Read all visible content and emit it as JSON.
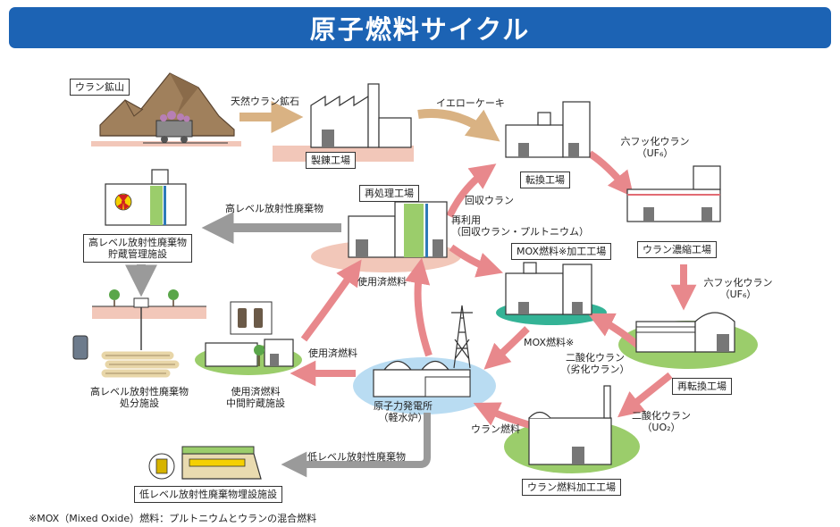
{
  "title": "原子燃料サイクル",
  "facilities": {
    "mine": "ウラン鉱山",
    "refinery": "製錬工場",
    "conversion": "転換工場",
    "enrichment": "ウラン濃縮工場",
    "reconversion": "再転換工場",
    "fuel_fabrication": "ウラン燃料加工工場",
    "reactor": [
      "原子力発電所",
      "（軽水炉）"
    ],
    "reprocessing": "再処理工場",
    "mox_fabrication": "MOX燃料※加工工場",
    "hlw_storage": [
      "高レベル放射性廃棄物",
      "貯蔵管理施設"
    ],
    "hlw_disposal": [
      "高レベル放射性廃棄物",
      "処分施設"
    ],
    "spent_fuel_storage": [
      "使用済燃料",
      "中間貯蔵施設"
    ],
    "llw_disposal": "低レベル放射性廃棄物埋設施設"
  },
  "flows": {
    "natural_ore": "天然ウラン鉱石",
    "yellowcake": "イエローケーキ",
    "uf6_1": [
      "六フッ化ウラン",
      "（UF₆）"
    ],
    "uf6_2": [
      "六フッ化ウラン",
      "（UF₆）"
    ],
    "uo2": [
      "二酸化ウラン",
      "（UO₂）"
    ],
    "uranium_fuel": "ウラン燃料",
    "depleted": [
      "二酸化ウラン",
      "（劣化ウラン）"
    ],
    "mox_fuel": "MOX燃料※",
    "spent_fuel_1": "使用済燃料",
    "spent_fuel_2": "使用済燃料",
    "recovered_uranium": "回収ウラン",
    "recycle": [
      "再利用",
      "（回収ウラン・プルトニウム）"
    ],
    "hlw": "高レベル放射性廃棄物",
    "llw": "低レベル放射性廃棄物"
  },
  "footnote": "※MOX（Mixed Oxide）燃料：プルトニウムとウランの混合燃料",
  "colors": {
    "banner": "#1c63b4",
    "arrow_pink": "#e8888c",
    "arrow_tan": "#d9b283",
    "arrow_gray": "#9a9a9a",
    "ground_green": "#9bcd6b",
    "ground_teal": "#34b396",
    "water_blue": "#b9dcf2",
    "ground_pink": "#f2c7b9",
    "mountain": "#a0805c"
  }
}
